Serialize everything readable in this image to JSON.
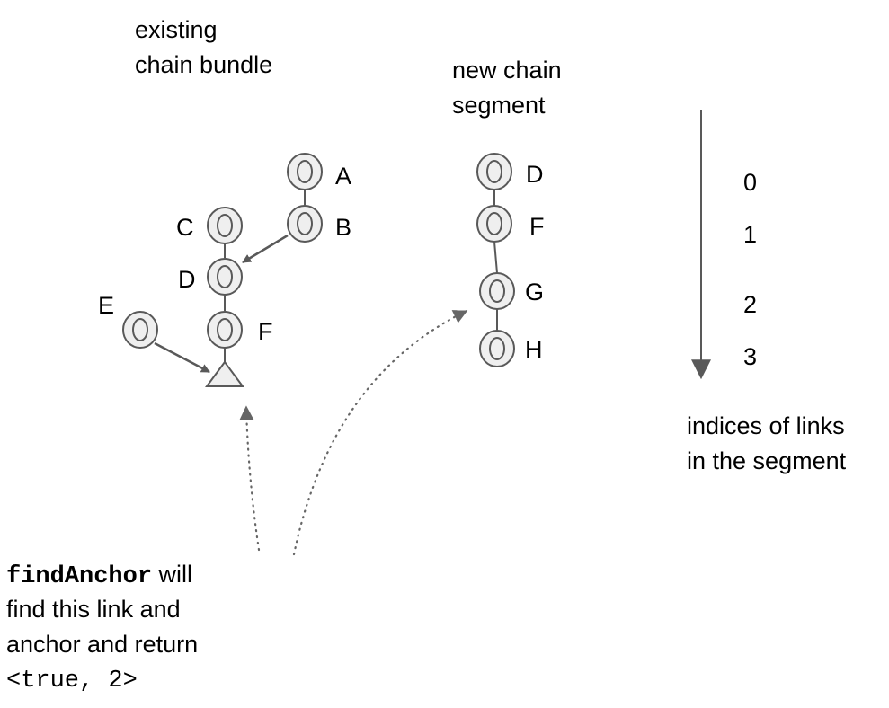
{
  "titles": {
    "existing_line1": "existing",
    "existing_line2": "chain bundle",
    "new_line1": "new chain",
    "new_line2": "segment"
  },
  "existing_bundle": {
    "links": [
      "A",
      "B",
      "C",
      "D",
      "E",
      "F"
    ]
  },
  "new_segment": {
    "links": [
      "D",
      "F",
      "G",
      "H"
    ]
  },
  "indices": {
    "values": [
      "0",
      "1",
      "2",
      "3"
    ],
    "caption_line1": "indices of links",
    "caption_line2": "in the segment"
  },
  "note": {
    "func": "findAnchor",
    "line1_rest": " will",
    "line2": "find this link and",
    "line3": "anchor and return",
    "line4": "<true, 2>"
  },
  "colors": {
    "node_fill": "#efefef",
    "stroke": "#595959",
    "dotted": "#666666"
  }
}
